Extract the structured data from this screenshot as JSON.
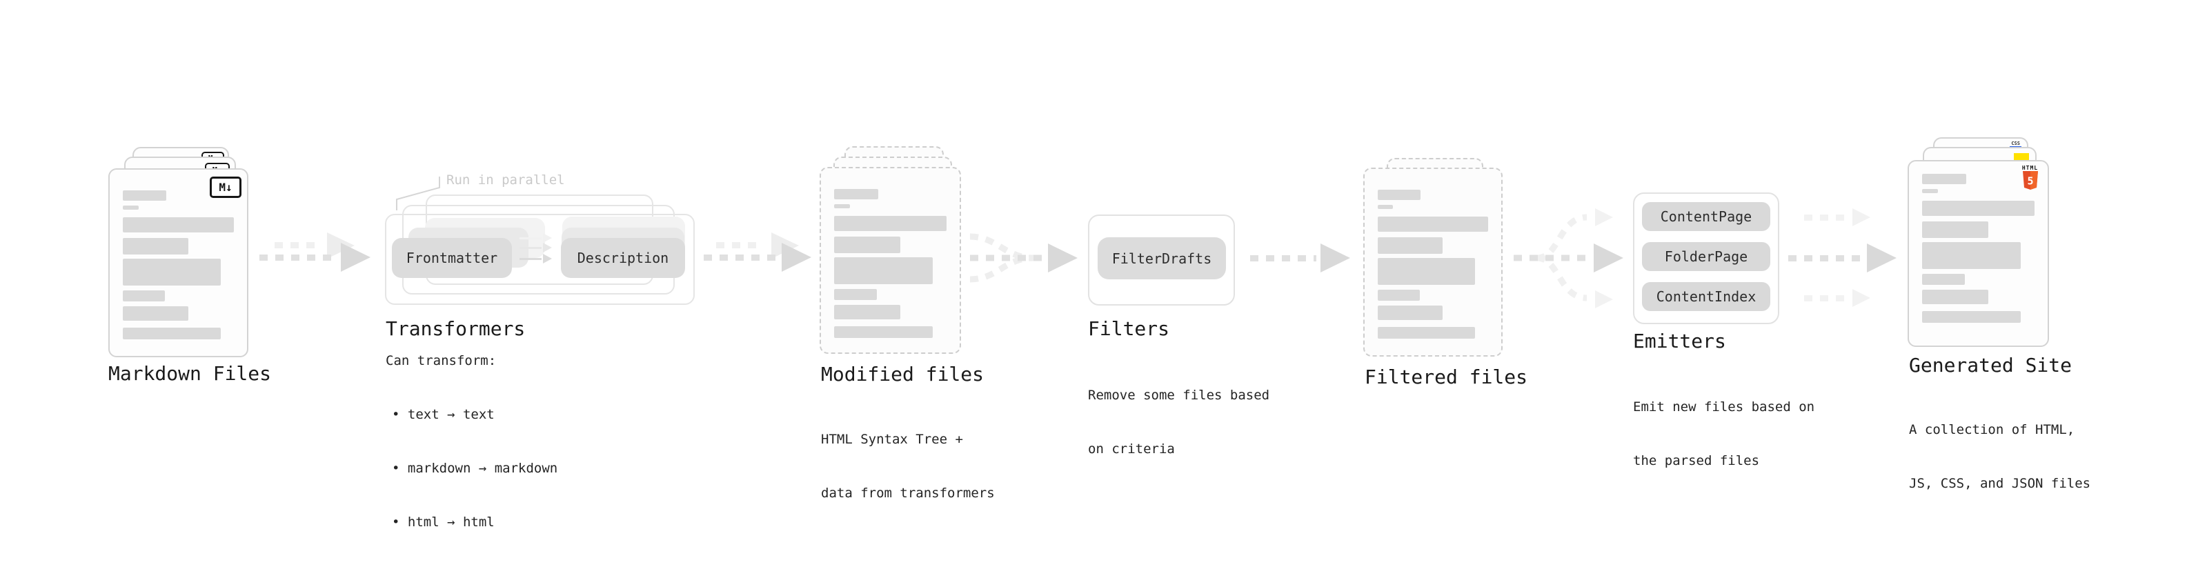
{
  "diagram": {
    "markdown": {
      "title": "Markdown Files",
      "badge": "M↓"
    },
    "transformers": {
      "callout": "Run in parallel",
      "pill_left": "Frontmatter",
      "pill_right": "Description",
      "title": "Transformers",
      "desc_heading": "Can transform:",
      "bullets": [
        "• text → text",
        "• markdown → markdown",
        "• html → html"
      ]
    },
    "modified": {
      "title": "Modified files",
      "desc": [
        "HTML Syntax Tree +",
        "data from transformers"
      ]
    },
    "filters": {
      "title": "Filters",
      "pill": "FilterDrafts",
      "desc": [
        "Remove some files based",
        "on criteria"
      ]
    },
    "filtered": {
      "title": "Filtered files"
    },
    "emitters": {
      "title": "Emitters",
      "pills": [
        "ContentPage",
        "FolderPage",
        "ContentIndex"
      ],
      "desc": [
        "Emit new files based on",
        "the parsed files"
      ]
    },
    "generated": {
      "title": "Generated Site",
      "desc": [
        "A collection of HTML,",
        "JS, CSS, and JSON files"
      ],
      "css_badge": "CSS",
      "html_badge": {
        "label": "HTML",
        "number": "5"
      }
    }
  },
  "colors": {
    "accent_orange": "#e44d26",
    "accent_orange_light": "#f16529",
    "accent_yellow": "#ffe100",
    "accent_blue": "#2760e8",
    "bar_gray": "#d9d9d9",
    "pill_gray": "#dcdcdc",
    "arrow_gray": "#e0e0e0",
    "arrow_head_gray": "#d9d9d9",
    "arrow_light_gray": "#f0f0f0"
  },
  "decor": {
    "file_bars": [
      {
        "w": 39,
        "h": 15,
        "mt": 0
      },
      {
        "w": 14,
        "h": 6,
        "mt": 7
      },
      {
        "w": 100,
        "h": 22,
        "mt": 11
      },
      {
        "w": 59,
        "h": 24,
        "mt": 8
      },
      {
        "w": 88,
        "h": 39,
        "mt": 6
      },
      {
        "w": 38,
        "h": 16,
        "mt": 7
      },
      {
        "w": 59,
        "h": 21,
        "mt": 7
      },
      {
        "w": 88,
        "h": 17,
        "mt": 10
      }
    ]
  }
}
